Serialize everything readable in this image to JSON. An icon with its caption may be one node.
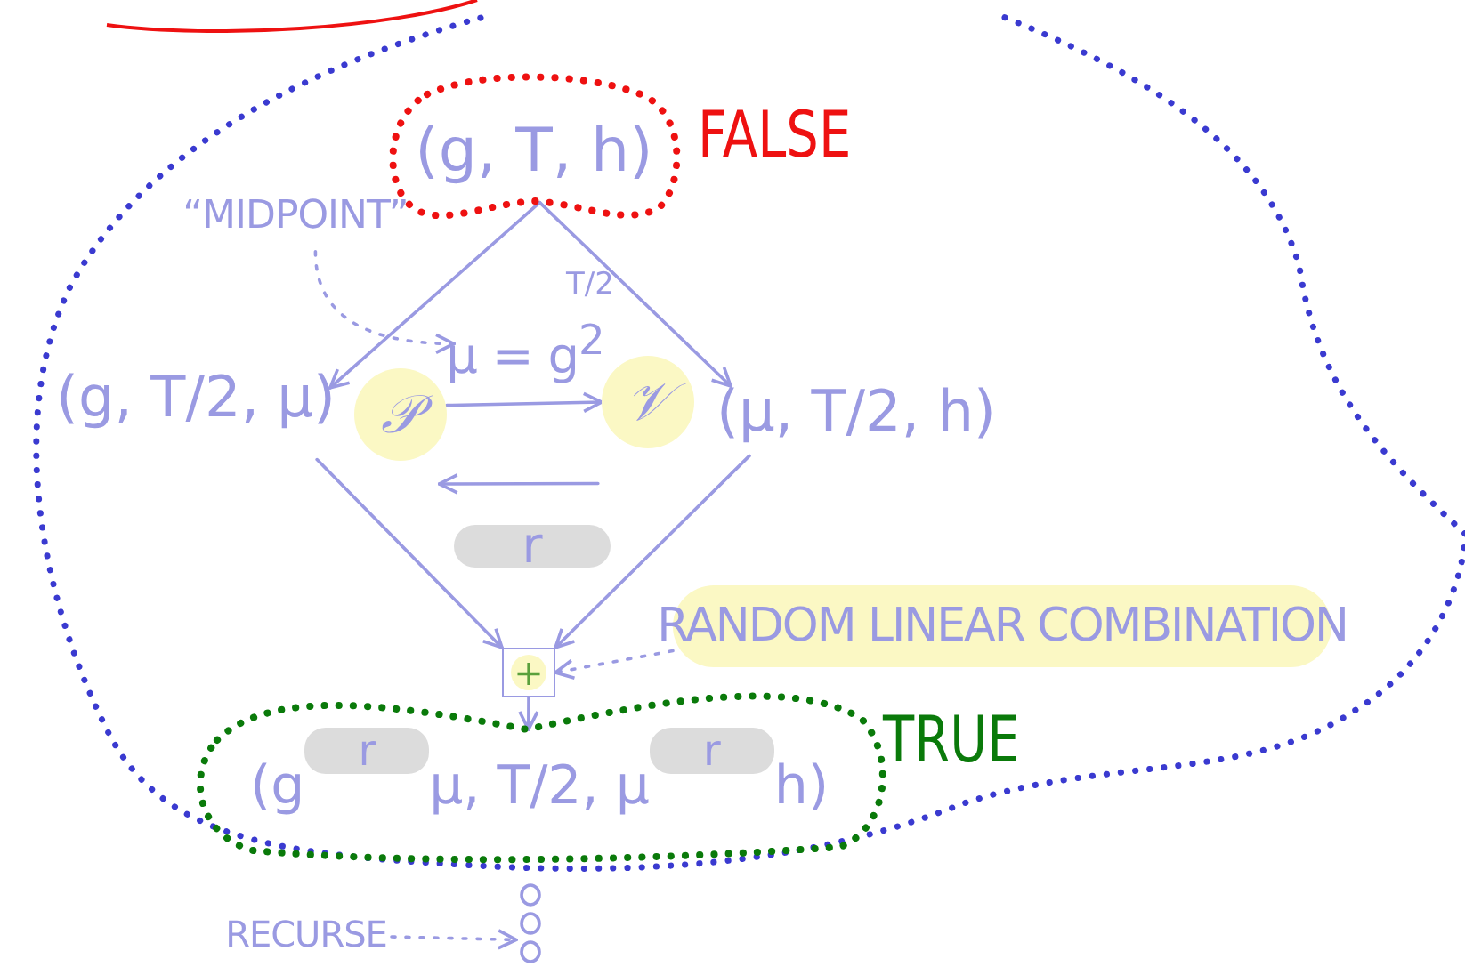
{
  "diagram": {
    "nodes": [
      {
        "text": [],
        "shape": "cloud"
      },
      {
        "text": [
          "(g, T, h)"
        ],
        "beside": [
          "FALSE"
        ],
        "in": 0
      },
      {
        "text": [
          "(g, T/2, μ)"
        ],
        "in": 0
      },
      {
        "text": [
          "(μ, T/2, h)"
        ],
        "in": 0
      },
      {
        "text": [
          "𝒫"
        ],
        "in": 0
      },
      {
        "text": [
          "𝒱"
        ],
        "in": 0
      },
      {
        "text": [
          "+"
        ],
        "in": 0
      },
      {
        "text": [
          "(g$^{r}$μ, T/2, μ$^{r}$h)"
        ],
        "beside": [
          "TRUE"
        ],
        "in": 0
      },
      {
        "text": [
          "“MIDPOINT”"
        ],
        "in": 0
      },
      {
        "text": [
          "μ = g$^{2}$"
        ],
        "in": 0
      },
      {
        "text": [
          "RANDOM LINEAR COMBINATION"
        ],
        "in": 0
      },
      {
        "text": [
          "RECURSE"
        ]
      },
      {
        "text": [],
        "shape": "circle"
      }
    ],
    "edges": [
      {
        "from": 1,
        "to": 2,
        "arrow": "to"
      },
      {
        "from": 1,
        "to": 3,
        "arrow": "to"
      },
      {
        "from": 4,
        "to": 5,
        "arrow": "to"
      },
      {
        "from": 5,
        "to": 4,
        "arrow": "to",
        "label": "r"
      },
      {
        "from": 2,
        "to": 6,
        "arrow": "to"
      },
      {
        "from": 3,
        "to": 6,
        "arrow": "to"
      },
      {
        "from": 6,
        "to": 7,
        "arrow": "to"
      },
      {
        "from": 8,
        "to": 9,
        "arrow": "to",
        "style": "dashed"
      },
      {
        "from": 10,
        "to": 6,
        "arrow": "to",
        "style": "dashed"
      },
      {
        "from": 11,
        "to": 12,
        "arrow": "to",
        "style": "dashed"
      }
    ],
    "labels": [
      "T/2"
    ]
  }
}
